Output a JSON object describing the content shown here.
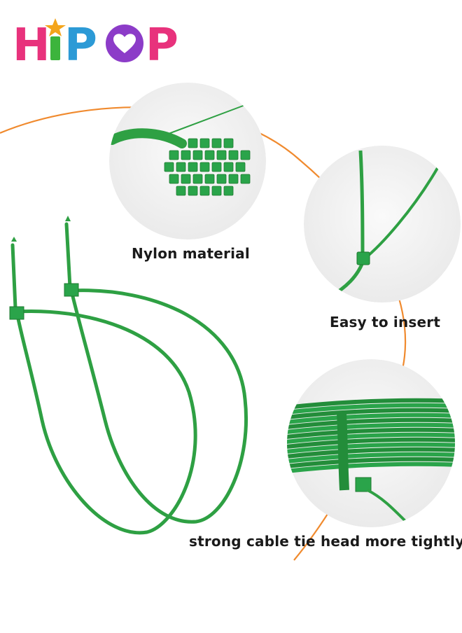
{
  "brand": {
    "name": "HiPOP",
    "colors": {
      "H": "#e8327c",
      "i": "#3cb43c",
      "star": "#f4a51c",
      "P1": "#2c9ad6",
      "O": "#8c3cc8",
      "heart": "#ffffff",
      "P2": "#e8327c"
    }
  },
  "features": [
    {
      "label": "Nylon material"
    },
    {
      "label": "Easy to insert"
    },
    {
      "label": "strong cable tie head more tightly"
    }
  ],
  "colors": {
    "product_green": "#2ea043",
    "product_green_dark": "#1f7a30",
    "accent_orange": "#f08a2e",
    "circle_bg": "#f2f2f2"
  },
  "icons": [
    "heart-icon",
    "star-icon"
  ]
}
